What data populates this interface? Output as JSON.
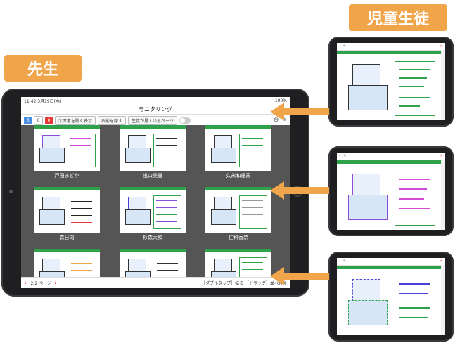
{
  "labels": {
    "teacher": "先生",
    "students": "児童生徒"
  },
  "big_tablet": {
    "status_time": "11:42",
    "status_date": "3月19日(木)",
    "status_right": "100%",
    "title": "モニタリング",
    "toolbar": {
      "count_all": "5",
      "count_mid": "0",
      "count_red": "0",
      "btn_random": "欠席者を除く表示",
      "btn_name": "名前を隠す",
      "btn_page": "生徒が見ているページ"
    },
    "students": [
      {
        "name": "戸田まどか"
      },
      {
        "name": "出口美優"
      },
      {
        "name": "久永和雄馬"
      },
      {
        "name": "森日向"
      },
      {
        "name": "杉森大和"
      },
      {
        "name": "仁科香奈"
      },
      {
        "name": ""
      },
      {
        "name": ""
      },
      {
        "name": ""
      }
    ],
    "pager": "2/2 ページ",
    "hint": "［ダブルタップ］拡る ［ドラッグ］並べ替え"
  },
  "colors": {
    "accent": "#f0a54a",
    "green": "#2fa14a",
    "blue": "#4a90e2",
    "red": "#e53935"
  }
}
